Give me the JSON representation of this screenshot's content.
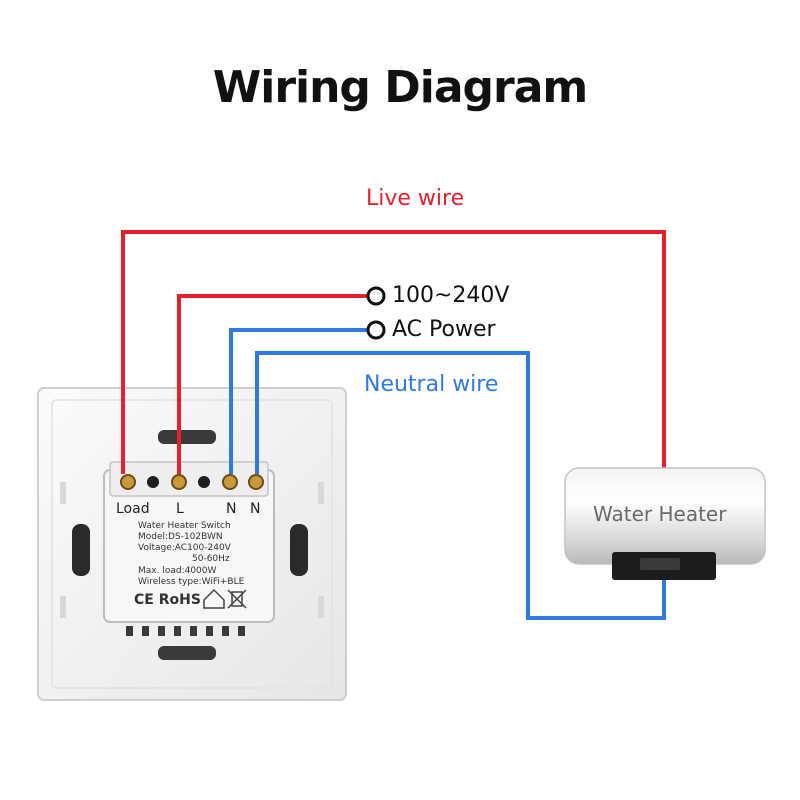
{
  "title": "Wiring Diagram",
  "labels": {
    "live_wire": "Live wire",
    "voltage": "100~240V",
    "ac_power": "AC Power",
    "neutral_wire": "Neutral wire"
  },
  "switch": {
    "terminals": [
      "Load",
      "L",
      "N",
      "N"
    ],
    "label_lines": [
      "Water Heater Switch",
      "Model:DS-102BWN",
      "Voltage:AC100-240V",
      "50-60Hz",
      "Max. load:4000W",
      "Wireless type:WiFi+BLE"
    ],
    "certifications": "CE RoHS"
  },
  "heater": {
    "label": "Water Heater"
  },
  "colors": {
    "live": "#e8202a",
    "neutral": "#2e7be0",
    "text_dark": "#111111"
  }
}
